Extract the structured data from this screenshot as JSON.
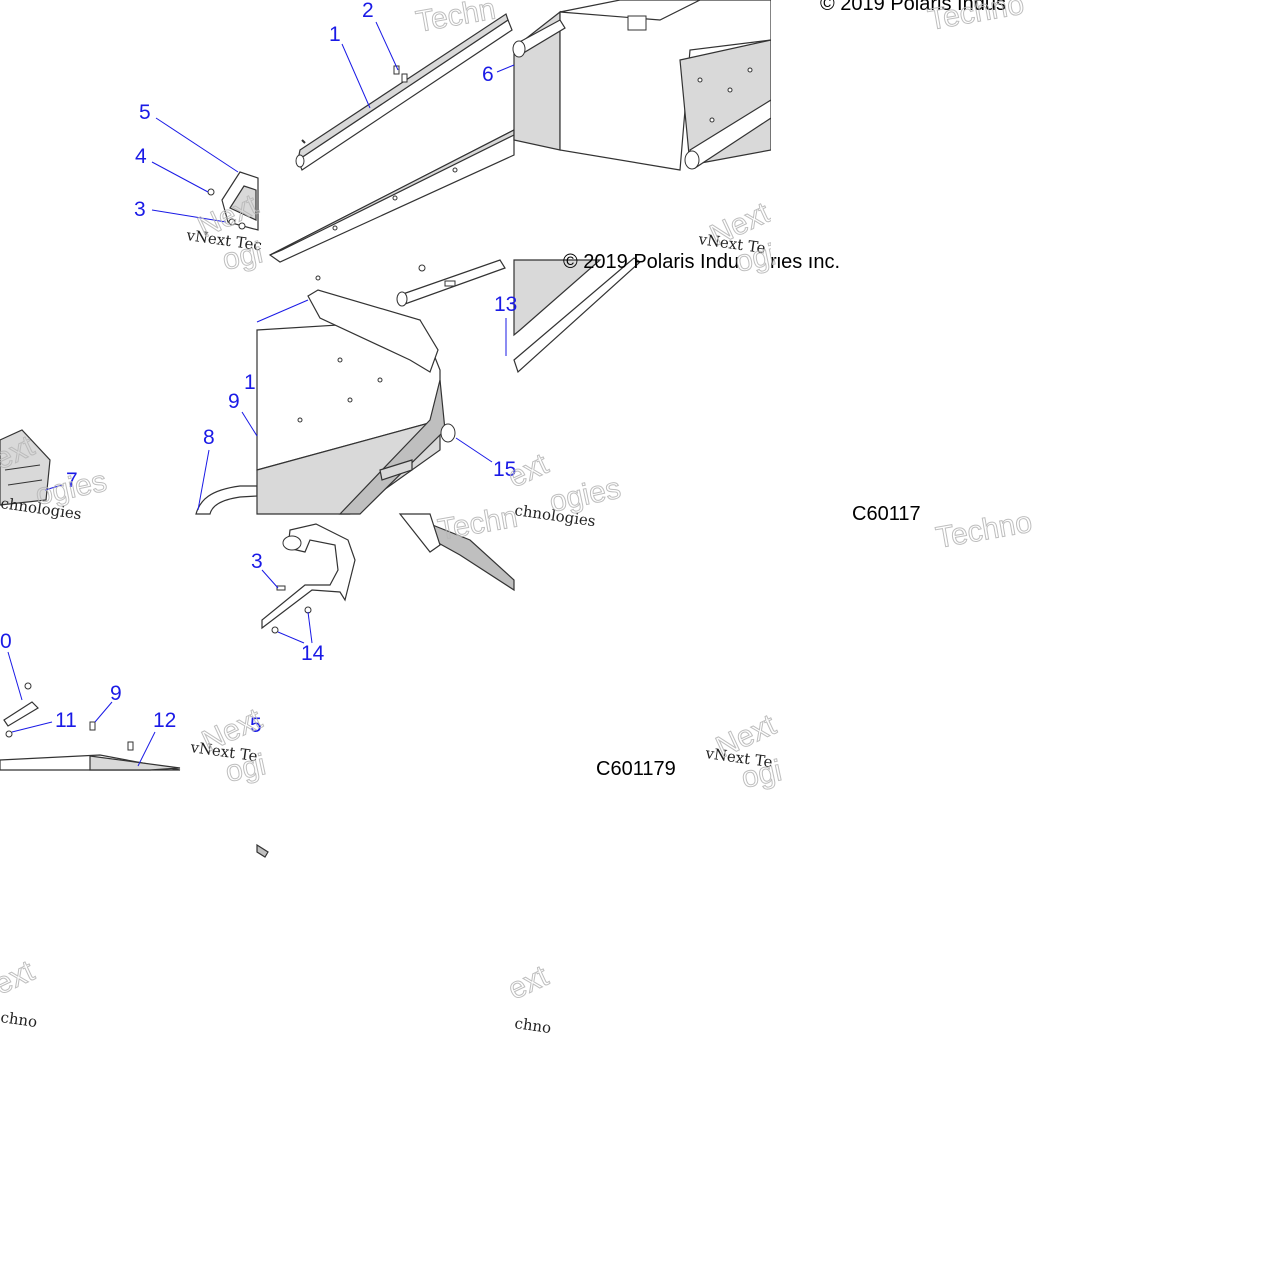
{
  "diagram": {
    "copyright": "© 2019 Polaris Indus",
    "copyright_2": "© 2019 Polaris Indu",
    "copyright_suffix": "ries Inc.",
    "drawing_code": "C601179",
    "drawing_code_cut": "C60117",
    "watermark": {
      "brand": "vNext Tec",
      "brand_2": "vNext Te",
      "line_technologies": "Technologies",
      "line_techno": "Techno",
      "line_techn": "Techn",
      "line_next": "Next",
      "line_ext": "ext",
      "line_chno": "chnologies",
      "line_chn": "chno",
      "line_gies": "ogies",
      "line_ogi": "ogi"
    },
    "callouts": [
      {
        "id": "c1",
        "label": "1"
      },
      {
        "id": "c2",
        "label": "2"
      },
      {
        "id": "c3",
        "label": "3"
      },
      {
        "id": "c4",
        "label": "4"
      },
      {
        "id": "c5",
        "label": "5"
      },
      {
        "id": "c6",
        "label": "6"
      },
      {
        "id": "c7",
        "label": "7"
      },
      {
        "id": "c8",
        "label": "8"
      },
      {
        "id": "c9",
        "label": "9"
      },
      {
        "id": "c10",
        "label": "1"
      },
      {
        "id": "c13",
        "label": "13"
      },
      {
        "id": "c15",
        "label": "15"
      },
      {
        "id": "c3b",
        "label": "3"
      },
      {
        "id": "c14",
        "label": "14"
      },
      {
        "id": "c10b",
        "label": "0"
      },
      {
        "id": "c9b",
        "label": "9"
      },
      {
        "id": "c11",
        "label": "11"
      },
      {
        "id": "c12",
        "label": "12"
      },
      {
        "id": "c5b",
        "label": "5"
      }
    ],
    "colors": {
      "callout": "#1a1ae6",
      "line": "#333333",
      "panel": "#d9d9d9"
    }
  }
}
